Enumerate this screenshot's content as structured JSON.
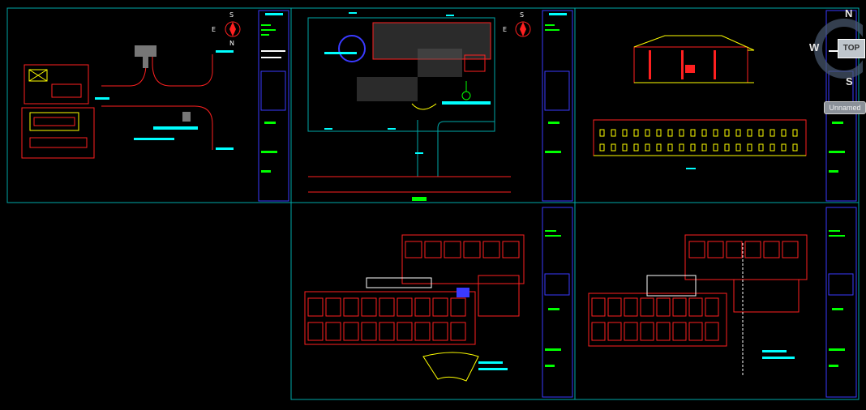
{
  "viewcube": {
    "north": "N",
    "south": "S",
    "west": "W",
    "face": "TOP",
    "ucs": "Unnamed"
  },
  "compass_top_left": {
    "s": "S",
    "e": "E",
    "n": "N"
  },
  "compass_top_mid": {
    "s": "S",
    "e": "E"
  },
  "colors": {
    "background": "#000000",
    "sheet_border": "#00a8a8",
    "title_block": "#3a3aff",
    "cyan": "#00ffff",
    "red": "#ff2020",
    "yellow": "#ffff00",
    "green": "#00ff00",
    "white": "#ffffff",
    "blue": "#0000ff"
  }
}
